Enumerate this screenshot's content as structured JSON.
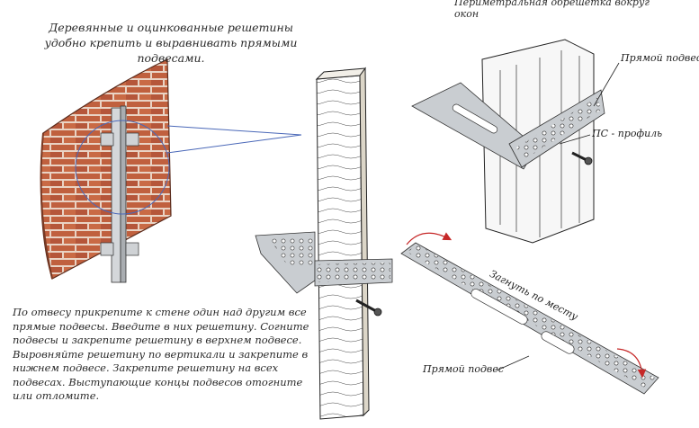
{
  "captions": {
    "top": "Деревянные и оцинкованные решетины удобно крепить и выравнивать прямыми подвесами.",
    "window": "Периметральная обрешетка вокруг окон",
    "instructions": "По отвесу прикрепите к стене один над другим все прямые подвесы. Введите в них решетину. Согните подвесы и закрепите решетину в верхнем подвесе. Выровняйте решетину по вертикали и закрепите в нижнем подвесе. Закрепите решетину на всех подвесах. Выступающие концы подвесов отогните или отломите."
  },
  "labels": {
    "direct_hanger_top": "Прямой подвес",
    "ps_profile": "ПС - профиль",
    "bend_in_place": "Загнуть по месту",
    "direct_hanger_bottom": "Прямой подвес"
  },
  "icons": [
    "brick-wall-icon",
    "wooden-batten-icon",
    "screw-icon",
    "perforated-hanger-icon",
    "bend-arrow-icon"
  ],
  "colors": {
    "brick": "#c0603e",
    "mortar": "#e9d3c4",
    "metal": "#c9cdd1",
    "zoom_circle": "#4a68b8"
  }
}
